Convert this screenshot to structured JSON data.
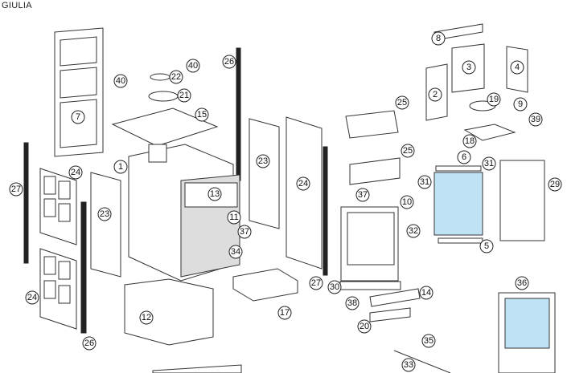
{
  "title": "GIULIA",
  "callouts": [
    "8",
    "40",
    "26",
    "3",
    "4",
    "40",
    "22",
    "2",
    "21",
    "19",
    "25",
    "9",
    "7",
    "15",
    "39",
    "18",
    "25",
    "6",
    "31",
    "1",
    "24",
    "23",
    "31",
    "29",
    "24",
    "27",
    "13",
    "37",
    "10",
    "23",
    "11",
    "37",
    "32",
    "34",
    "5",
    "27",
    "30",
    "36",
    "14",
    "24",
    "38",
    "17",
    "12",
    "20",
    "35",
    "26",
    "33"
  ]
}
